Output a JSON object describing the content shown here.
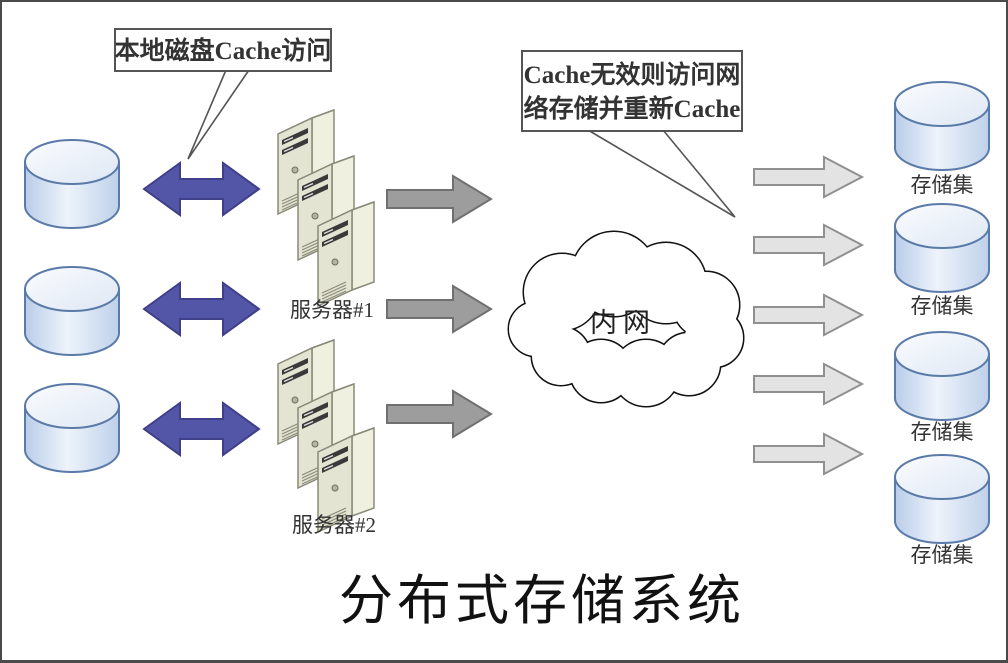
{
  "diagram": {
    "title": "分布式存储系统",
    "callouts": {
      "local_cache": "本地磁盘Cache访问",
      "remote_cache_line1": "Cache无效则访问网",
      "remote_cache_line2": "络存储并重新Cache"
    },
    "cloud_label": "内网",
    "server_stacks": [
      {
        "label": "服务器#1"
      },
      {
        "label": "服务器#2"
      }
    ],
    "storage_labels": [
      "存储集",
      "存储集",
      "存储集",
      "存储集"
    ],
    "colors": {
      "bidirectional_arrow": "#5355a7",
      "bidirectional_arrow_stroke": "#3f3f8a",
      "server_to_cloud_arrow": "#9d9d9d",
      "cloud_to_storage_arrow": "#e3e3e3",
      "cylinder_body": "#c6d7ee",
      "cylinder_top": "#f0f4fa",
      "cylinder_stroke": "#5a7aa8",
      "server_front": "#e4e4d2",
      "server_side": "#f0f0e1",
      "cloud_stroke": "#111111",
      "frame_border": "#4a4a4a"
    }
  }
}
